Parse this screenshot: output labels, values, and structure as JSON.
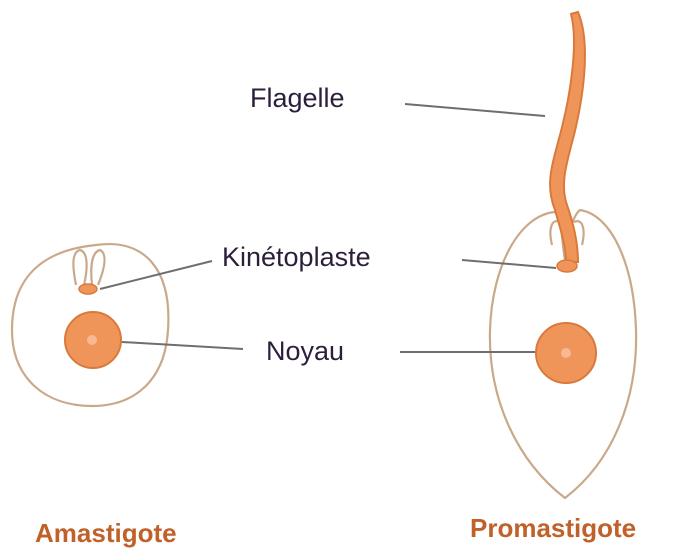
{
  "labels": {
    "flagellum": "Flagelle",
    "kinetoplast": "Kinétoplaste",
    "nucleus": "Noyau"
  },
  "captions": {
    "left_form": "Amastigote",
    "right_form": "Promastigote"
  },
  "colors": {
    "organelle_fill": "#f0955a",
    "organelle_stroke": "#d97a3c",
    "membrane": "#c9a98a",
    "label_text": "#2b1f3a",
    "caption_text": "#c0612a",
    "leader_line": "#6e6e6e"
  }
}
